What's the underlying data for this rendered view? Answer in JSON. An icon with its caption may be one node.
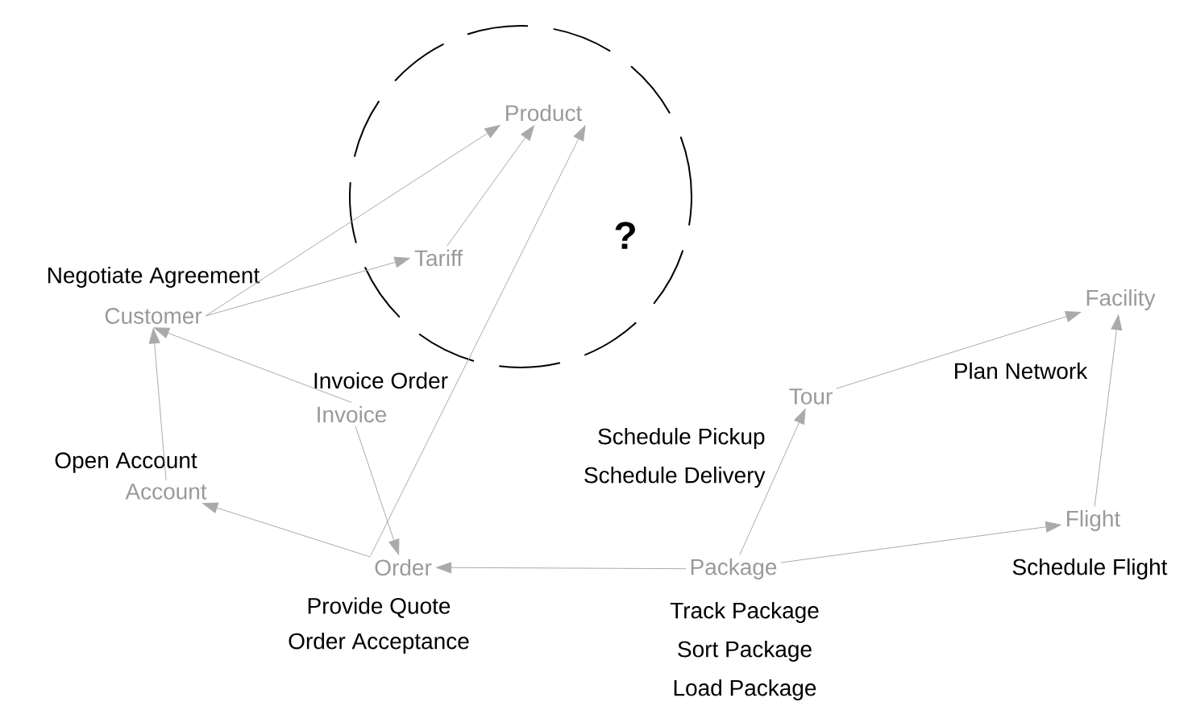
{
  "diagram": {
    "nodes": [
      {
        "text": [
          "Product"
        ]
      },
      {
        "text": [
          "Tariff"
        ]
      },
      {
        "text": [
          "Customer"
        ],
        "beside": [
          "Negotiate Agreement"
        ]
      },
      {
        "text": [
          "Invoice"
        ],
        "beside": [
          "Invoice Order"
        ]
      },
      {
        "text": [
          "Account"
        ],
        "beside": [
          "Open Account"
        ]
      },
      {
        "text": [
          "Order"
        ],
        "beside": [
          "Provide Quote",
          "Order Acceptance"
        ]
      },
      {
        "text": [
          "Facility"
        ],
        "beside": [
          "Plan Network"
        ]
      },
      {
        "text": [
          "Tour"
        ],
        "beside": [
          "Schedule Pickup",
          "Schedule Delivery"
        ]
      },
      {
        "text": [
          "Package"
        ],
        "beside": [
          "Track Package",
          "Sort Package",
          "Load Package"
        ]
      },
      {
        "text": [
          "Flight"
        ],
        "beside": [
          "Schedule Flight"
        ]
      }
    ],
    "edges": [
      {
        "from": 2,
        "to": 0,
        "arrow": "to"
      },
      {
        "from": 2,
        "to": 1,
        "arrow": "to"
      },
      {
        "from": 1,
        "to": 0,
        "arrow": "to"
      },
      {
        "from": 5,
        "to": 0,
        "arrow": "to"
      },
      {
        "from": 3,
        "to": 2,
        "arrow": "to"
      },
      {
        "from": 3,
        "to": 5,
        "arrow": "to"
      },
      {
        "from": 4,
        "to": 2,
        "arrow": "to"
      },
      {
        "from": 5,
        "to": 4,
        "arrow": "to"
      },
      {
        "from": 8,
        "to": 5,
        "arrow": "to"
      },
      {
        "from": 8,
        "to": 7,
        "arrow": "to"
      },
      {
        "from": 8,
        "to": 9,
        "arrow": "to"
      },
      {
        "from": 7,
        "to": 6,
        "arrow": "to"
      },
      {
        "from": 9,
        "to": 6,
        "arrow": "to"
      }
    ],
    "labels": [
      "?"
    ]
  }
}
